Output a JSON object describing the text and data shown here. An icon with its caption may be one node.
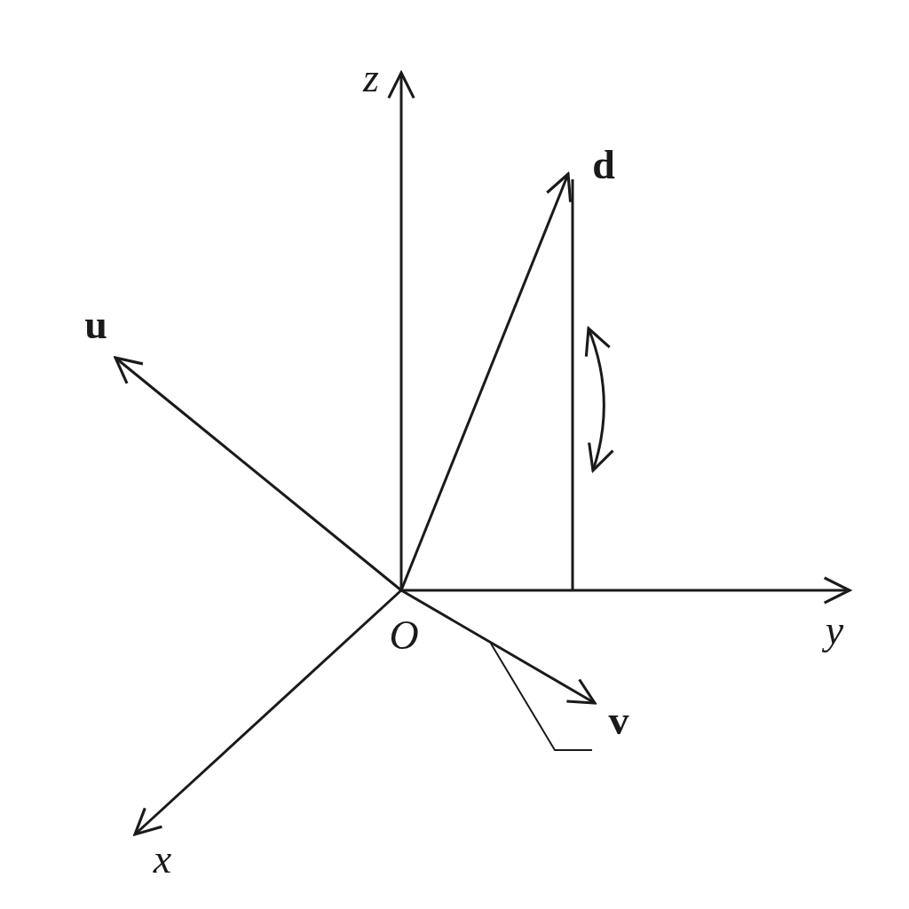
{
  "diagram": {
    "labels": [
      "z",
      "d",
      "u",
      "y",
      "O",
      "v",
      "x"
    ]
  }
}
